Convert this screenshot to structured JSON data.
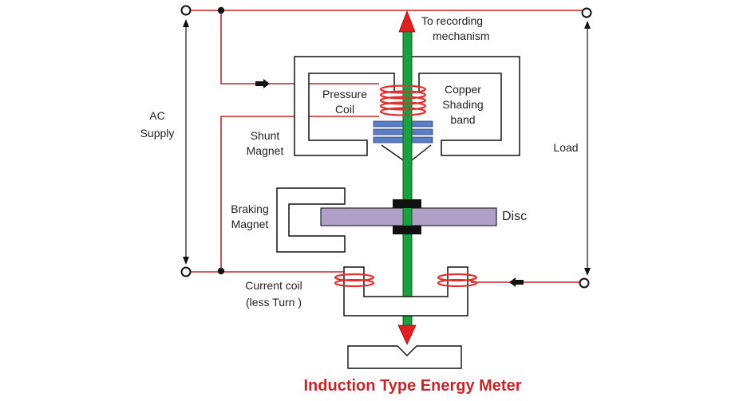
{
  "title": "Induction Type Energy Meter",
  "labels": {
    "recording_line1": "To recording",
    "recording_line2": "mechanism",
    "pressure_line1": "Pressure",
    "pressure_line2": "Coil",
    "copper_line1": "Copper",
    "copper_line2": "Shading",
    "copper_line3": "band",
    "ac_line1": "AC",
    "ac_line2": "Supply",
    "shunt_line1": "Shunt",
    "shunt_line2": "Magnet",
    "load": "Load",
    "braking_line1": "Braking",
    "braking_line2": "Magnet",
    "disc": "Disc",
    "current_line1": "Current coil",
    "current_line2": "(less Turn )"
  },
  "colors": {
    "wire": "#cc2222",
    "coil": "#e03030",
    "shaft": "#1aa040",
    "arrow": "#e02020",
    "lamination": "#5b7fc4",
    "disc": "#b0a0c8",
    "title": "#c0282a"
  }
}
